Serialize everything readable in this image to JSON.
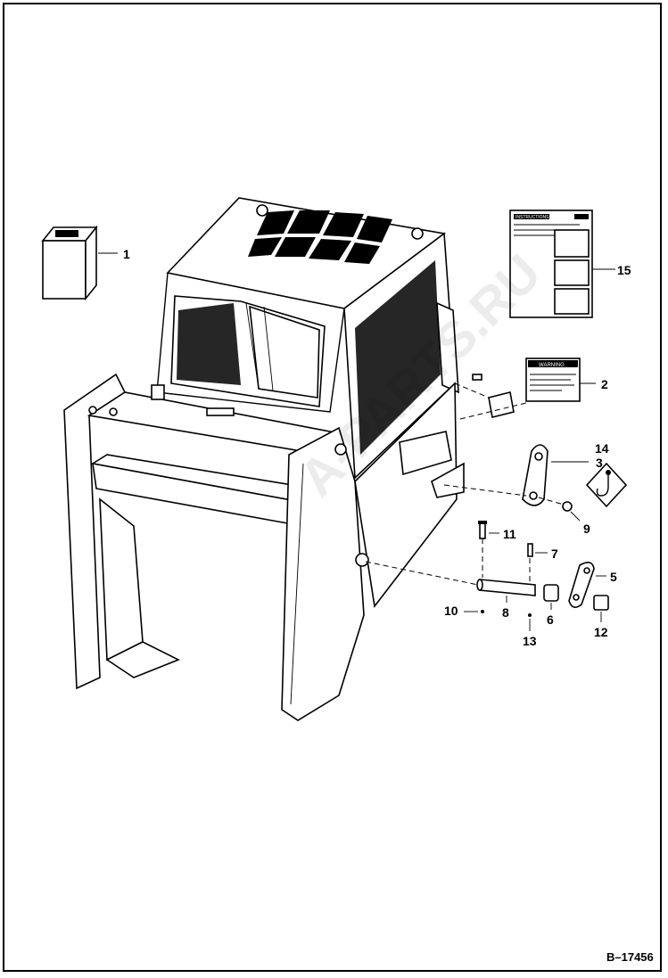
{
  "figure_id": "B–17456",
  "callouts": [
    {
      "id": "c1",
      "text": "1"
    },
    {
      "id": "c2",
      "text": "2"
    },
    {
      "id": "c3",
      "text": "3"
    },
    {
      "id": "c4",
      "text": "14"
    },
    {
      "id": "c5",
      "text": "15"
    },
    {
      "id": "c6",
      "text": "9"
    },
    {
      "id": "c7",
      "text": "11"
    },
    {
      "id": "c8",
      "text": "7"
    },
    {
      "id": "c9",
      "text": "5"
    },
    {
      "id": "c10",
      "text": "10"
    },
    {
      "id": "c11",
      "text": "8"
    },
    {
      "id": "c12",
      "text": "6"
    },
    {
      "id": "c13",
      "text": "12"
    },
    {
      "id": "c14",
      "text": "13"
    }
  ],
  "decal_warning": "WARNING",
  "decal_instructions": "INSTRUCTIONS",
  "watermark": "A-PARTS.RU"
}
